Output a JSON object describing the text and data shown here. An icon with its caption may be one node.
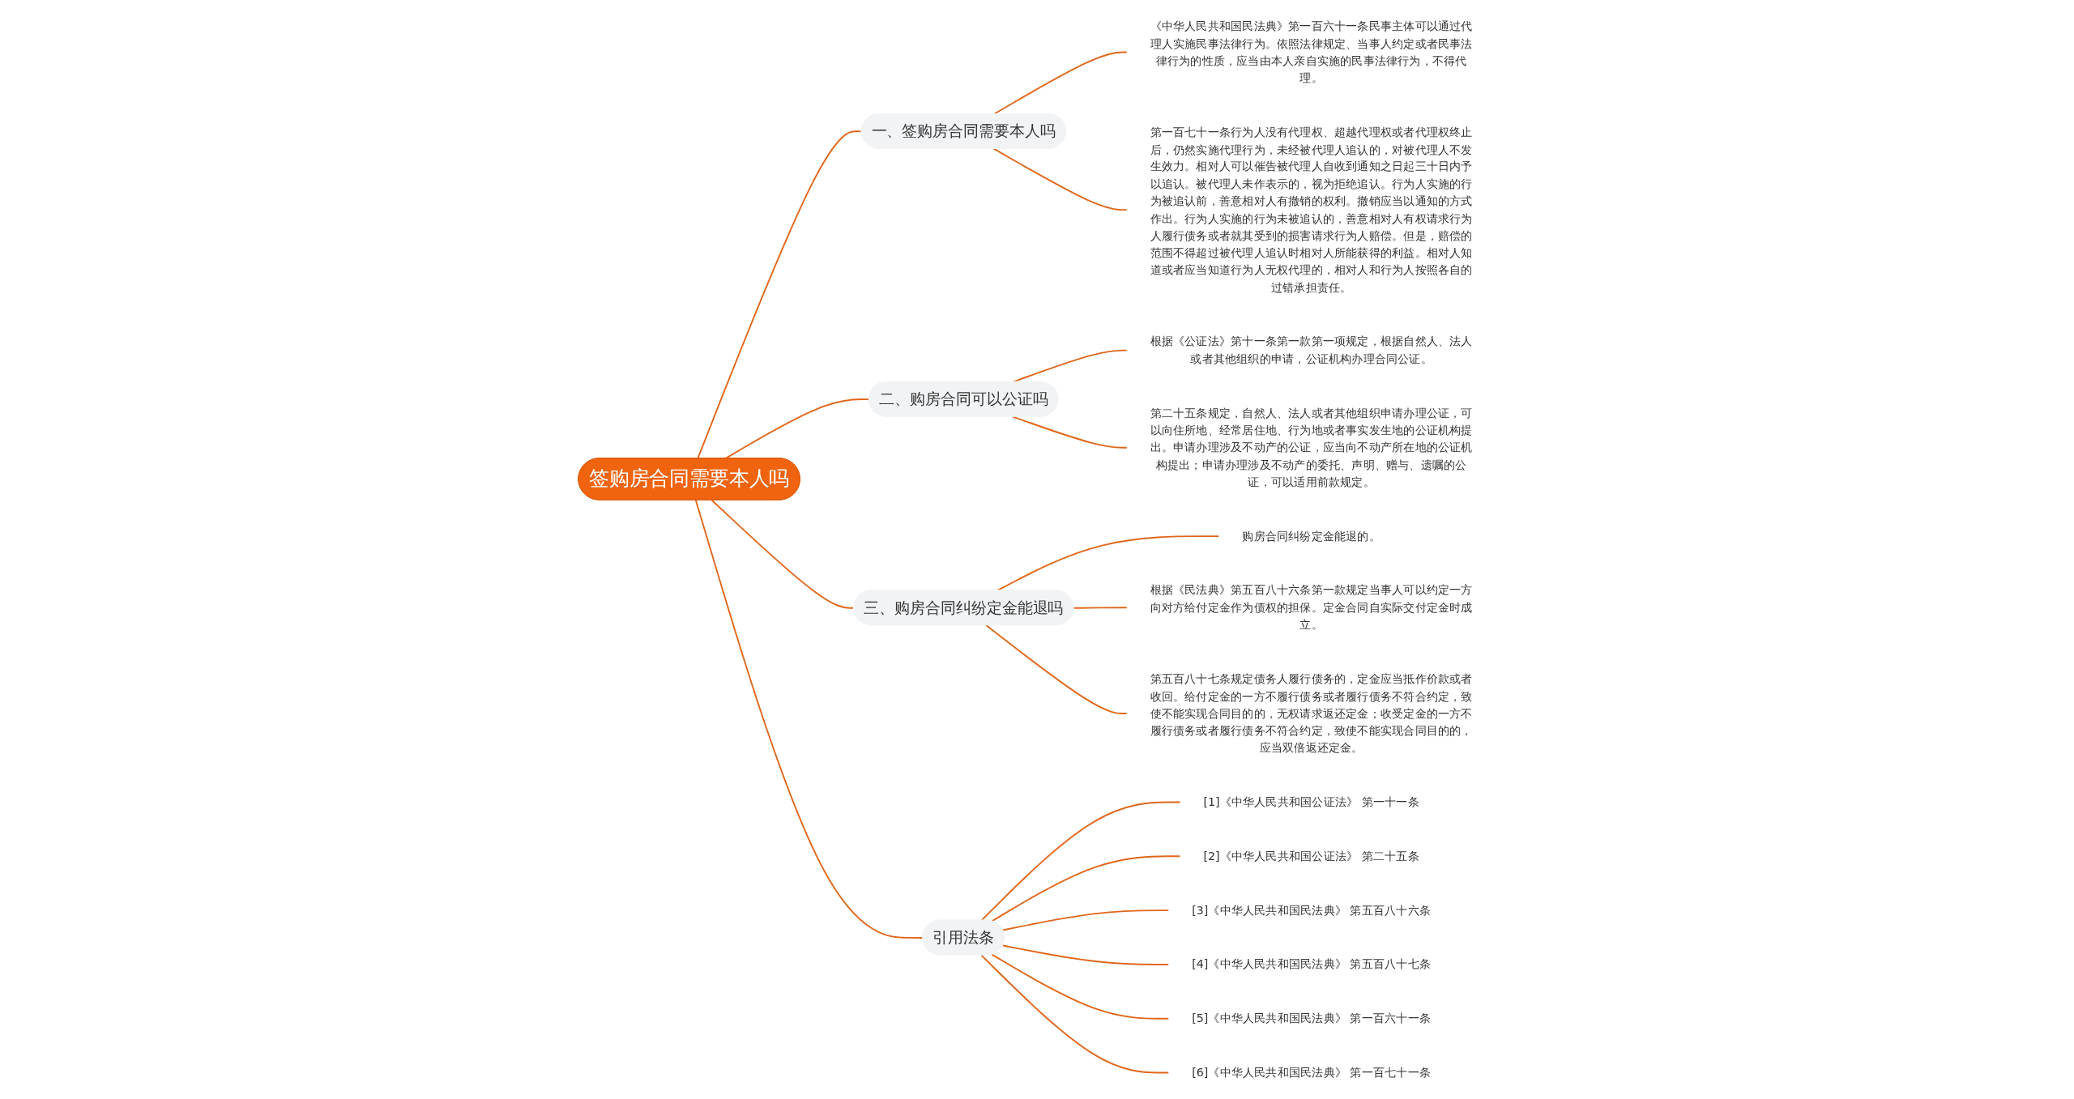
{
  "diagram": {
    "nodes": [
      {
        "text": [
          "签购房合同需要本人吗"
        ]
      },
      {
        "text": [
          "一、签购房合同需要本人吗"
        ]
      },
      {
        "text": [
          "《中华人民共和国民法典》第一百六十一条民事主体可以通过代理人实施民事法律行为。依照法律规定、当事人约定或者民事法律行为的性质，应当由本人亲自实施的民事法律行为，不得代理。"
        ]
      },
      {
        "text": [
          "第一百七十一条行为人没有代理权、超越代理权或者代理权终止后，仍然实施代理行为，未经被代理人追认的，对被代理人不发生效力。相对人可以催告被代理人自收到通知之日起三十日内予以追认。被代理人未作表示的，视为拒绝追认。行为人实施的行为被追认前，善意相对人有撤销的权利。撤销应当以通知的方式作出。行为人实施的行为未被追认的，善意相对人有权请求行为人履行债务或者就其受到的损害请求行为人赔偿。但是，赔偿的范围不得超过被代理人追认时相对人所能获得的利益。相对人知道或者应当知道行为人无权代理的，相对人和行为人按照各自的过错承担责任。"
        ]
      },
      {
        "text": [
          "二、购房合同可以公证吗"
        ]
      },
      {
        "text": [
          "根据《公证法》第十一条第一款第一项规定，根据自然人、法人或者其他组织的申请，公证机构办理合同公证。"
        ]
      },
      {
        "text": [
          "第二十五条规定，自然人、法人或者其他组织申请办理公证，可以向住所地、经常居住地、行为地或者事实发生地的公证机构提出。申请办理涉及不动产的公证，应当向不动产所在地的公证机构提出；申请办理涉及不动产的委托、声明、赠与、遗嘱的公证，可以适用前款规定。"
        ]
      },
      {
        "text": [
          "三、购房合同纠纷定金能退吗"
        ]
      },
      {
        "text": [
          "购房合同纠纷定金能退的。"
        ]
      },
      {
        "text": [
          "根据《民法典》第五百八十六条第一款规定当事人可以约定一方向对方给付定金作为债权的担保。定金合同自实际交付定金时成立。"
        ]
      },
      {
        "text": [
          "第五百八十七条规定债务人履行债务的，定金应当抵作价款或者收回。给付定金的一方不履行债务或者履行债务不符合约定，致使不能实现合同目的的，无权请求返还定金；收受定金的一方不履行债务或者履行债务不符合约定，致使不能实现合同目的的，应当双倍返还定金。"
        ]
      },
      {
        "text": [
          "引用法条"
        ]
      },
      {
        "text": [
          "[1]《中华人民共和国公证法》 第一十一条"
        ]
      },
      {
        "text": [
          "[2]《中华人民共和国公证法》 第二十五条"
        ]
      },
      {
        "text": [
          "[3]《中华人民共和国民法典》 第五百八十六条"
        ]
      },
      {
        "text": [
          "[4]《中华人民共和国民法典》 第五百八十七条"
        ]
      },
      {
        "text": [
          "[5]《中华人民共和国民法典》 第一百六十一条"
        ]
      },
      {
        "text": [
          "[6]《中华人民共和国民法典》 第一百七十一条"
        ]
      }
    ],
    "edges": [
      {
        "from": 0,
        "to": 1,
        "arrow": "none"
      },
      {
        "from": 1,
        "to": 2,
        "arrow": "none"
      },
      {
        "from": 1,
        "to": 3,
        "arrow": "none"
      },
      {
        "from": 0,
        "to": 4,
        "arrow": "none"
      },
      {
        "from": 4,
        "to": 5,
        "arrow": "none"
      },
      {
        "from": 4,
        "to": 6,
        "arrow": "none"
      },
      {
        "from": 0,
        "to": 7,
        "arrow": "none"
      },
      {
        "from": 7,
        "to": 8,
        "arrow": "none"
      },
      {
        "from": 7,
        "to": 9,
        "arrow": "none"
      },
      {
        "from": 7,
        "to": 10,
        "arrow": "none"
      },
      {
        "from": 0,
        "to": 11,
        "arrow": "none"
      },
      {
        "from": 11,
        "to": 12,
        "arrow": "none"
      },
      {
        "from": 11,
        "to": 13,
        "arrow": "none"
      },
      {
        "from": 11,
        "to": 14,
        "arrow": "none"
      },
      {
        "from": 11,
        "to": 15,
        "arrow": "none"
      },
      {
        "from": 11,
        "to": 16,
        "arrow": "none"
      },
      {
        "from": 11,
        "to": 17,
        "arrow": "none"
      }
    ]
  }
}
